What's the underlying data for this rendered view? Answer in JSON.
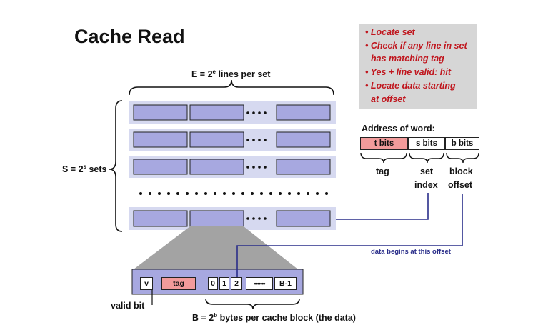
{
  "title": "Cache Read",
  "callout": {
    "lines": [
      "• Locate set",
      "• Check if any line in set",
      "has matching tag",
      "• Yes + line valid: hit",
      "• Locate data starting",
      "at offset"
    ]
  },
  "lines_label": {
    "prefix": "E = 2",
    "exp": "e",
    "suffix": " lines per set"
  },
  "sets_label": {
    "prefix": "S = 2",
    "exp": "s",
    "suffix": " sets"
  },
  "address": {
    "heading": "Address of word:",
    "fields": [
      "t bits",
      "s bits",
      "b bits"
    ],
    "captions": {
      "tag": "tag",
      "set_1": "set",
      "set_2": "index",
      "block_1": "block",
      "block_2": "offset"
    }
  },
  "offset_note": "data begins at this offset",
  "block": {
    "valid": "v",
    "tag": "tag",
    "bytes": [
      "0",
      "1",
      "2"
    ],
    "dots": "•••••••",
    "last": "B-1"
  },
  "valid_bit_label": "valid bit",
  "bytes_label": {
    "prefix": "B = 2",
    "exp": "b",
    "suffix": " bytes per cache block (the data)"
  },
  "colors": {
    "line_block": "#a7a8e0",
    "row_band": "#d6d9f0",
    "tag_fill": "#f29b9b",
    "callout_bg": "#d6d6d6",
    "callout_text": "#c0161e",
    "connector": "#2a2e8a"
  }
}
